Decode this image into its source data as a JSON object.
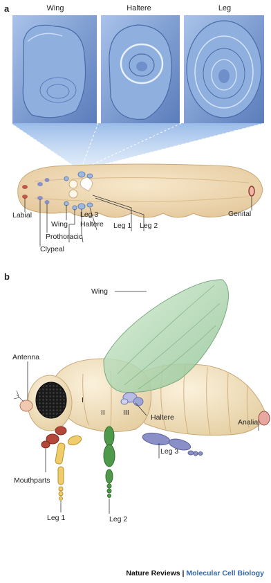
{
  "panels": {
    "a": {
      "letter": "a",
      "photo_titles": [
        "Wing",
        "Haltere",
        "Leg"
      ],
      "disc_labels": {
        "labial": "Labial",
        "prothoracic": "Prothoracic",
        "clypeal": "Clypeal",
        "wing": "Wing",
        "haltere": "Haltere",
        "leg1": "Leg 1",
        "leg2": "Leg 2",
        "leg3": "Leg 3",
        "genital": "Genital"
      }
    },
    "b": {
      "letter": "b",
      "labels": {
        "wing": "Wing",
        "antenna": "Antenna",
        "haltere": "Haltere",
        "analia": "Analia",
        "leg3": "Leg 3",
        "mouthparts": "Mouthparts",
        "leg1": "Leg 1",
        "leg2": "Leg 2"
      },
      "segment_marks": [
        "I",
        "II",
        "III"
      ]
    }
  },
  "credit": {
    "journal": "Nature Reviews",
    "separator": "|",
    "section": "Molecular Cell Biology"
  },
  "colors": {
    "larva_body": "#f0dcb8",
    "fly_body": "#efe0c0",
    "wing": "#9cc79e",
    "haltere_leg3": "#8b8fc7",
    "leg1": "#f0cc6a",
    "leg2": "#4f9a4a",
    "mouthparts": "#b5473a",
    "photo": "#7f9ed1"
  }
}
